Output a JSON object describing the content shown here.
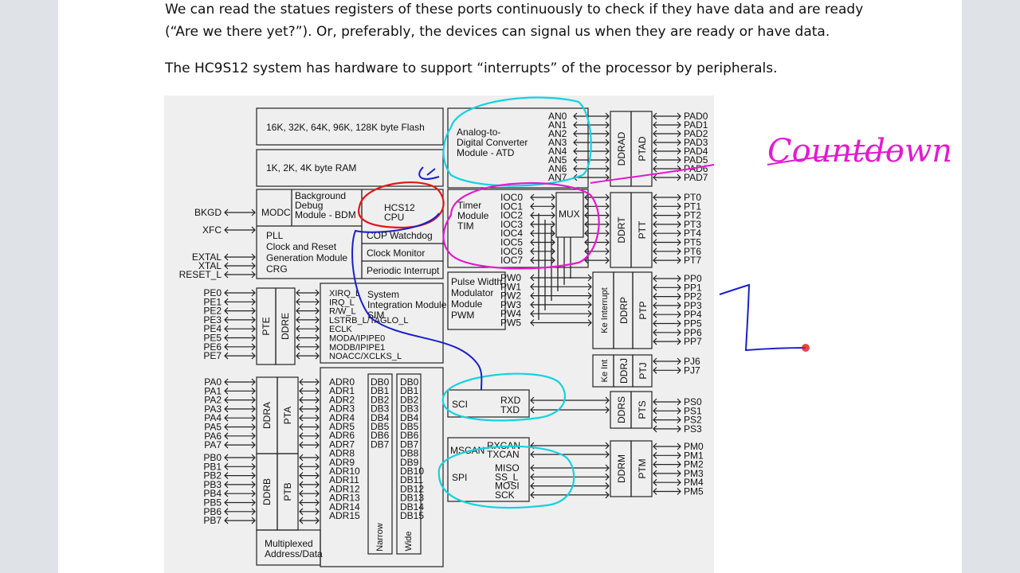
{
  "document": {
    "paragraph_1_line_1": "We can read the statues registers of these ports continuously to check if they have data and are ready",
    "paragraph_1_line_2": "(“Are we there yet?”).  Or, preferably, the devices can signal us when they are ready or have data.",
    "paragraph_2": "The HC9S12 system has hardware to support “interrupts” of the processor by peripherals."
  },
  "diagram": {
    "memory": {
      "flash": "16K, 32K, 64K, 96K, 128K byte Flash",
      "ram": "1K, 2K, 4K byte RAM"
    },
    "atd": {
      "label_lines": [
        "Analog-to-",
        "Digital Converter",
        "Module - ATD"
      ],
      "channels": [
        "AN0",
        "AN1",
        "AN2",
        "AN3",
        "AN4",
        "AN5",
        "AN6",
        "AN7"
      ],
      "ddr": "DDRAD",
      "port": "PTAD",
      "pins": [
        "PAD0",
        "PAD1",
        "PAD2",
        "PAD3",
        "PAD4",
        "PAD5",
        "PAD6",
        "PAD7"
      ]
    },
    "cpu_block": {
      "modc": "MODC",
      "bdm_lines": [
        "Background",
        "Debug",
        "Module - BDM"
      ],
      "cpu_lines": [
        "HCS12",
        "CPU"
      ],
      "pll_lines": [
        "PLL",
        "Clock and Reset",
        "Generation Module",
        "CRG"
      ],
      "cop": "COP Watchdog",
      "clock_monitor": "Clock Monitor",
      "periodic": "Periodic Interrupt",
      "left_pins": [
        "BKGD",
        "XFC",
        "EXTAL",
        "XTAL",
        "RESET_L"
      ]
    },
    "timer": {
      "label_lines": [
        "Timer",
        "Module",
        "TIM"
      ],
      "channels": [
        "IOC0",
        "IOC1",
        "IOC2",
        "IOC3",
        "IOC4",
        "IOC5",
        "IOC6",
        "IOC7"
      ],
      "mux": "MUX",
      "ddr": "DDRT",
      "port": "PTT",
      "pins": [
        "PT0",
        "PT1",
        "PT2",
        "PT3",
        "PT4",
        "PT5",
        "PT6",
        "PT7"
      ]
    },
    "pwm": {
      "label_lines": [
        "Pulse Width",
        "Modulator",
        "Module",
        "PWM"
      ],
      "channels": [
        "PW0",
        "PW1",
        "PW2",
        "PW3",
        "PW4",
        "PW5"
      ],
      "ke": "Ke Interrupt",
      "ddr": "DDRP",
      "port": "PTP",
      "pins": [
        "PP0",
        "PP1",
        "PP2",
        "PP3",
        "PP4",
        "PP5",
        "PP6",
        "PP7"
      ]
    },
    "portj": {
      "ke": "Ke Int",
      "ddr": "DDRJ",
      "port": "PTJ",
      "pins": [
        "PJ6",
        "PJ7"
      ]
    },
    "sim": {
      "signals": [
        "XIRQ_L",
        "IRQ_L",
        "R/W_L",
        "LSTRB_L/TAGLO_L",
        "ECLK",
        "MODA/IPIPE0",
        "MODB/IPIPE1",
        "NOACC/XCLKS_L"
      ],
      "label_lines": [
        "System",
        "Integration Module",
        "SIM"
      ]
    },
    "porte": {
      "port": "PTE",
      "ddr": "DDRE",
      "pins": [
        "PE0",
        "PE1",
        "PE2",
        "PE3",
        "PE4",
        "PE5",
        "PE6",
        "PE7"
      ]
    },
    "porta": {
      "ddr": "DDRA",
      "port": "PTA",
      "pins": [
        "PA0",
        "PA1",
        "PA2",
        "PA3",
        "PA4",
        "PA5",
        "PA6",
        "PA7"
      ]
    },
    "portb": {
      "ddr": "DDRB",
      "port": "PTB",
      "pins": [
        "PB0",
        "PB1",
        "PB2",
        "PB3",
        "PB4",
        "PB5",
        "PB6",
        "PB7"
      ]
    },
    "bus": {
      "adr": [
        "ADR0",
        "ADR1",
        "ADR2",
        "ADR3",
        "ADR4",
        "ADR5",
        "ADR6",
        "ADR7",
        "ADR8",
        "ADR9",
        "ADR10",
        "ADR11",
        "ADR12",
        "ADR13",
        "ADR14",
        "ADR15"
      ],
      "db_narrow": [
        "DB0",
        "DB1",
        "DB2",
        "DB3",
        "DB4",
        "DB5",
        "DB6",
        "DB7"
      ],
      "db_wide": [
        "DB0",
        "DB1",
        "DB2",
        "DB3",
        "DB4",
        "DB5",
        "DB6",
        "DB7",
        "DB8",
        "DB9",
        "DB10",
        "DB11",
        "DB12",
        "DB13",
        "DB14",
        "DB15"
      ],
      "narrow": "Narrow",
      "wide": "Wide",
      "multiplexed_lines": [
        "Multiplexed",
        "Address/Data"
      ]
    },
    "sci": {
      "label": "SCI",
      "signals": [
        "RXD",
        "TXD"
      ],
      "ddr": "DDRS",
      "port": "PTS",
      "pins": [
        "PS0",
        "PS1",
        "PS2",
        "PS3"
      ]
    },
    "mscan": {
      "label": "MSCAN",
      "signals": [
        "RXCAN",
        "TXCAN"
      ]
    },
    "spi": {
      "label": "SPI",
      "signals": [
        "MISO",
        "SS_L",
        "MOSI",
        "SCK"
      ]
    },
    "portm": {
      "ddr": "DDRM",
      "port": "PTM",
      "pins": [
        "PM0",
        "PM1",
        "PM2",
        "PM3",
        "PM4",
        "PM5"
      ]
    }
  },
  "annotations": {
    "handwritten": "Countdown",
    "colors": {
      "cyan": "#14d2e0",
      "magenta": "#e21ad0",
      "red": "#e01818",
      "blue": "#1a20c8"
    }
  }
}
